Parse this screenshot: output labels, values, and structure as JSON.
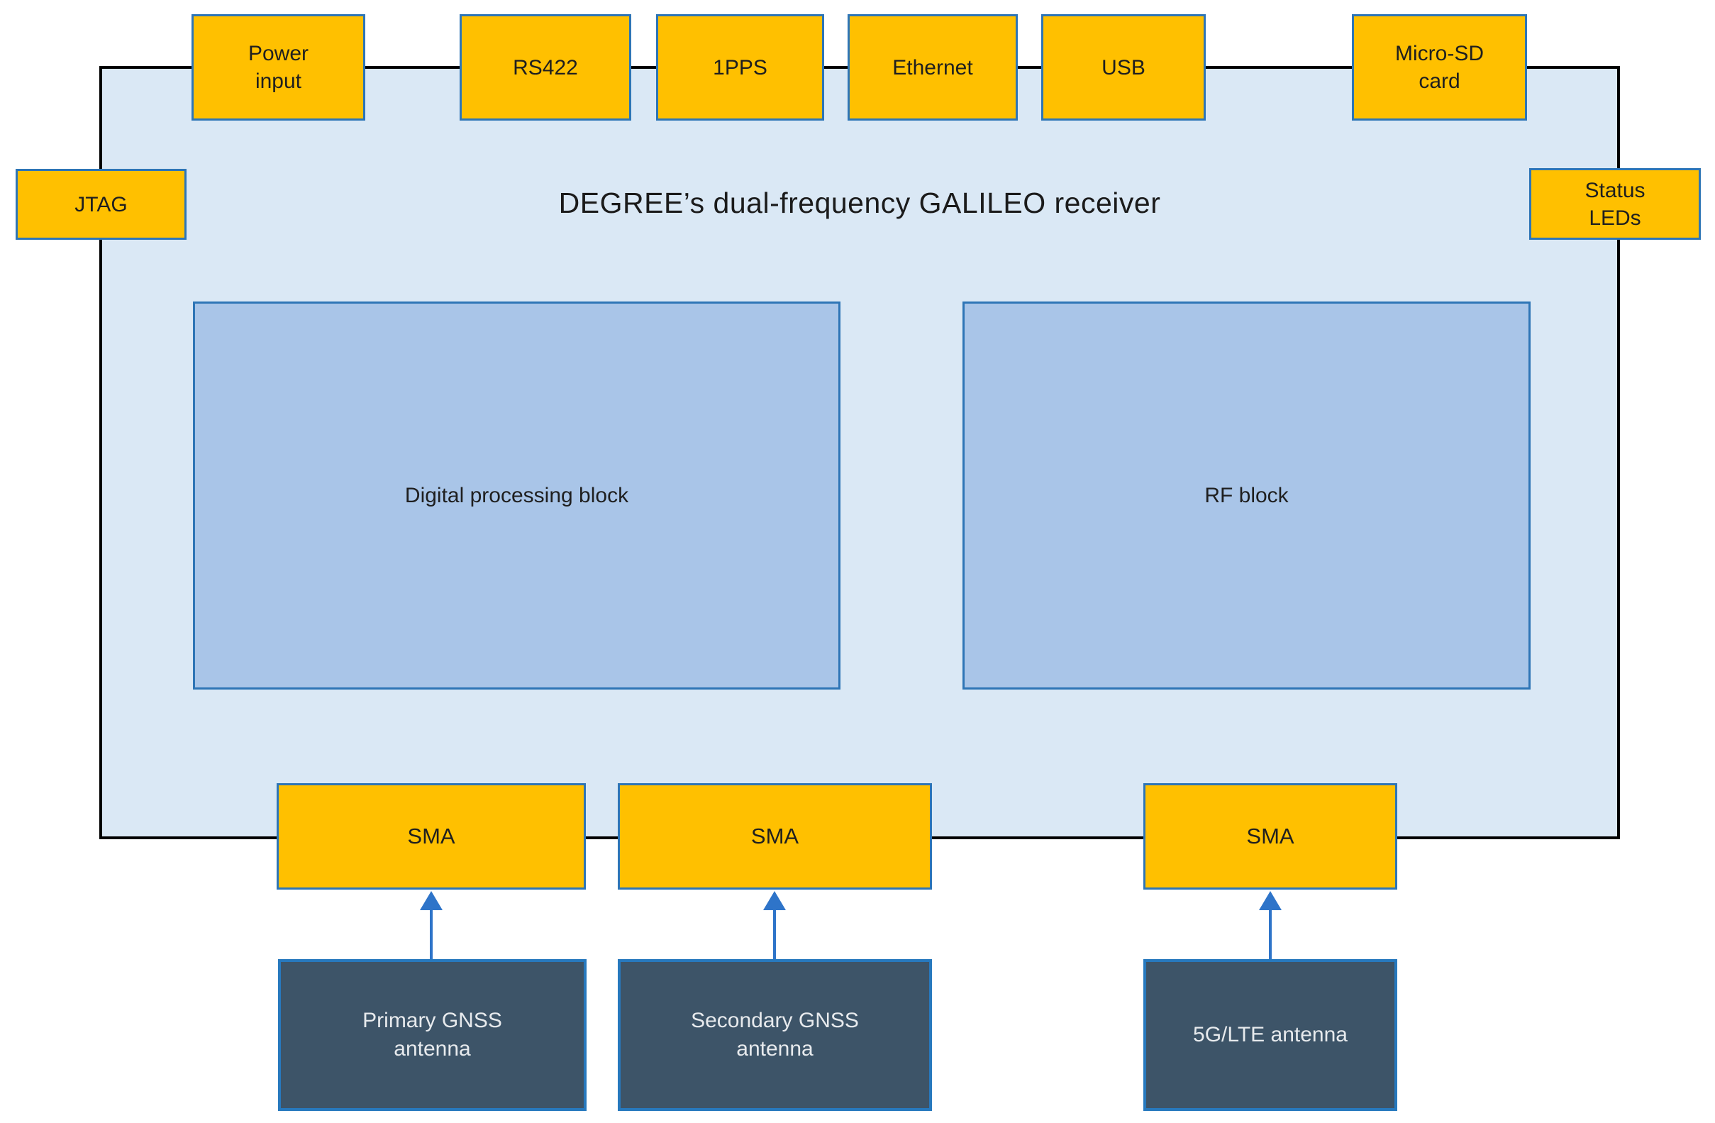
{
  "diagram": {
    "title": "DEGREE’s dual-frequency GALILEO receiver",
    "top_ports": [
      {
        "label": "Power\ninput"
      },
      {
        "label": "RS422"
      },
      {
        "label": "1PPS"
      },
      {
        "label": "Ethernet"
      },
      {
        "label": "USB"
      },
      {
        "label": "Micro-SD\ncard"
      }
    ],
    "left_port": {
      "label": "JTAG"
    },
    "right_port": {
      "label": "Status\nLEDs"
    },
    "blocks": [
      {
        "label": "Digital processing block"
      },
      {
        "label": "RF block"
      }
    ],
    "sma_ports": [
      {
        "label": "SMA"
      },
      {
        "label": "SMA"
      },
      {
        "label": "SMA"
      }
    ],
    "antennas": [
      {
        "label": "Primary GNSS\nantenna"
      },
      {
        "label": "Secondary GNSS\nantenna"
      },
      {
        "label": "5G/LTE antenna"
      }
    ],
    "colors": {
      "port_fill": "#FFC000",
      "port_border": "#2E75B6",
      "board_fill": "#DAE8F5",
      "board_border": "#000000",
      "block_fill": "#A9C5E8",
      "block_border": "#2E75B6",
      "antenna_fill": "#3D5468",
      "antenna_border": "#2779BE",
      "antenna_text": "#E7EAED",
      "arrow": "#2E74C9",
      "label_text": "#1F1F1F"
    }
  }
}
